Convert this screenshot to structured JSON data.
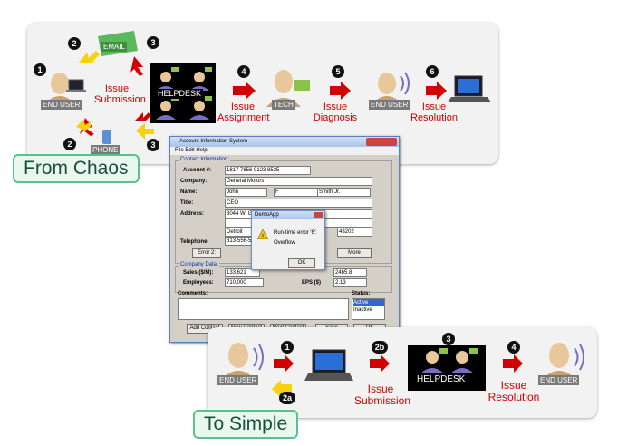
{
  "top_flow": {
    "email_label": "EMAIL",
    "phone_label": "PHONE",
    "end_user_label": "END USER",
    "helpdesk_label": "HELPDESK",
    "tech_label": "TECH",
    "end_user2_label": "END USER",
    "issue_submission": "Issue Submission",
    "issue_assignment": "Issue Assignment",
    "issue_diagnosis": "Issue Diagnosis",
    "issue_resolution": "Issue Resolution",
    "steps": [
      "1",
      "2",
      "3",
      "2",
      "3",
      "4",
      "5",
      "6"
    ]
  },
  "from_chaos": "From Chaos",
  "to_simple": "To Simple",
  "app_window": {
    "title": "Account Information System",
    "menu": "File   Edit   Help",
    "contact_group": "Contact Information:",
    "account_label": "Account #:",
    "account_value": "1817 7856 9123 8535",
    "company_label": "Company:",
    "company_value": "General Motors",
    "name_label": "Name:",
    "first": "John",
    "middle": "F",
    "last": "Smith Jr.",
    "title_label": "Title:",
    "title_value": "CEO",
    "address_label": "Address:",
    "address_value": "3044 W. Grand Blvd.",
    "city": "Detroit",
    "zip": "48202",
    "telephone_label": "Telephone:",
    "telephone_value": "313-556-5",
    "error2": "Error 2:",
    "more": "More",
    "company_group": "Company Data:",
    "sales_label": "Sales ($/M):",
    "sales_value": "133,621",
    "employees_label": "Employees:",
    "employees_value": "710,000",
    "val1": "2465.8",
    "eps_label": "EPS ($)",
    "eps_value": "2.13",
    "comments_label": "Comments:",
    "status_label": "Status:",
    "status_active": "Active",
    "status_inactive": "Inactive",
    "btn_add": "Add Contact",
    "btn_new": "New Contact",
    "btn_next": "Next Contact",
    "btn_save": "Save",
    "btn_ok": "OK"
  },
  "dialog": {
    "title": "DemoApp",
    "line1": "Run-time error '6':",
    "line2": "Overflow",
    "ok": "OK"
  },
  "bottom_flow": {
    "end_user_label": "END USER",
    "helpdesk_label": "HELPDESK",
    "end_user2_label": "END USER",
    "issue_submission": "Issue Submission",
    "issue_resolution": "Issue Resolution",
    "steps": [
      "1",
      "2b",
      "3",
      "4",
      "2a"
    ]
  }
}
